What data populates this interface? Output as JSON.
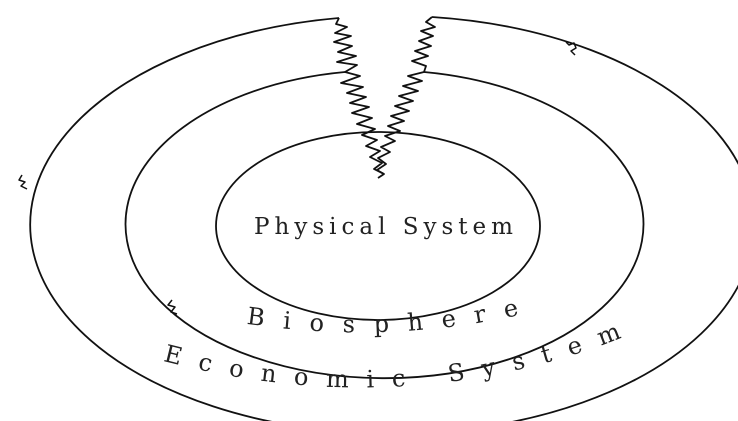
{
  "diagram": {
    "inner_label": "Physical System",
    "middle_label": "Biosphere",
    "outer_label": "Economic System",
    "stroke_color": "#111111",
    "background": "#ffffff"
  }
}
